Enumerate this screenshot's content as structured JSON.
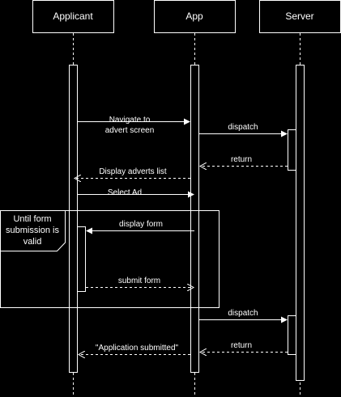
{
  "participants": {
    "applicant": "Applicant",
    "app": "App",
    "server": "Server"
  },
  "fragment": {
    "line1": "Until form",
    "line2": "submission is",
    "line3": "valid"
  },
  "messages": {
    "m1_line1": "Navigate to",
    "m1_line2": "advert screen",
    "m2": "dispatch",
    "m3": "return",
    "m4": "Display adverts list",
    "m5": "Select Ad",
    "m6": "display form",
    "m7": "submit form",
    "m8": "dispatch",
    "m9": "return",
    "m10": "\"Application submitted\""
  },
  "colors": {
    "background": "#000000",
    "foreground": "#ffffff"
  }
}
